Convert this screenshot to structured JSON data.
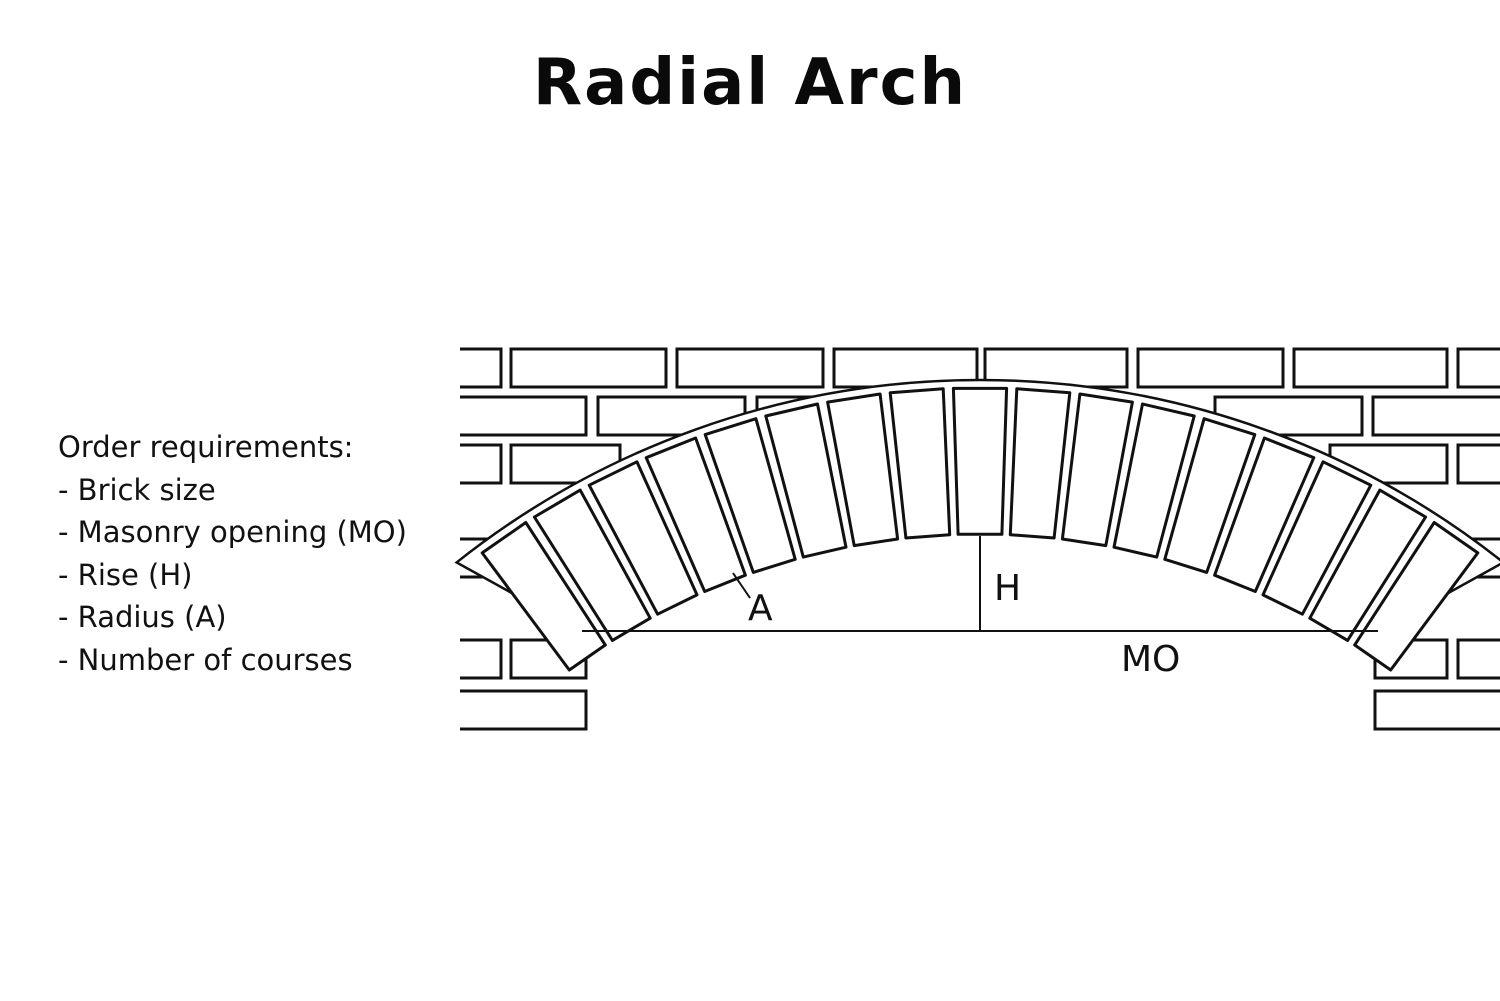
{
  "title": "Radial Arch",
  "requirements": {
    "heading": "Order requirements:",
    "items": [
      "- Brick size",
      "- Masonry opening (MO)",
      "- Rise (H)",
      "- Radius (A)",
      "- Number of courses"
    ]
  },
  "labels": {
    "radius": "A",
    "rise": "H",
    "opening": "MO"
  },
  "arch": {
    "voussoir_count": 17
  },
  "colors": {
    "stroke": "#111111",
    "background": "#ffffff"
  }
}
